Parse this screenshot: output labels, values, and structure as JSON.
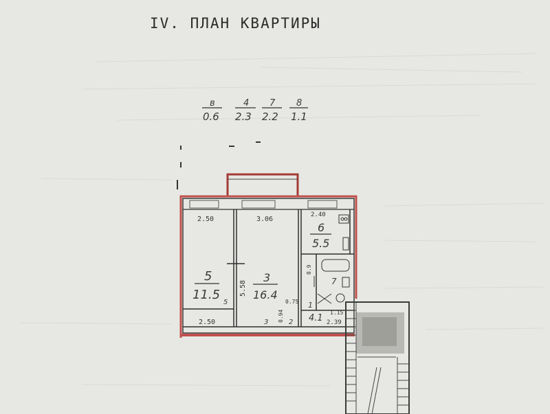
{
  "title": "IV. ПЛАН КВАРТИРЫ",
  "header_fractions": [
    {
      "top": "в",
      "bottom": "0.6"
    },
    {
      "top": "4",
      "bottom": "2.3"
    },
    {
      "top": "7",
      "bottom": "2.2"
    },
    {
      "top": "8",
      "bottom": "1.1"
    }
  ],
  "dimensions": {
    "room5_width_top": "2.50",
    "room3_width_top": "3.06",
    "room6_width_top": "2.40",
    "room3_depth": "5.58",
    "room5_width_bottom": "2.50",
    "small_a": "0.75",
    "small_b": "0.94",
    "small_c": "1.15",
    "small_d": "2.39",
    "small_e": "0.9"
  },
  "rooms": [
    {
      "number": "5",
      "area": "11.5"
    },
    {
      "number": "3",
      "area": "16.4"
    },
    {
      "number": "6",
      "area": "5.5"
    },
    {
      "number": "7",
      "area": ""
    },
    {
      "number": "1",
      "area": "4.1"
    }
  ],
  "wall_marks": [
    "5",
    "3",
    "2"
  ],
  "colors": {
    "paper": "#e7e8e3",
    "outline_red": "#c0504d",
    "ink": "#2a2a2a"
  }
}
